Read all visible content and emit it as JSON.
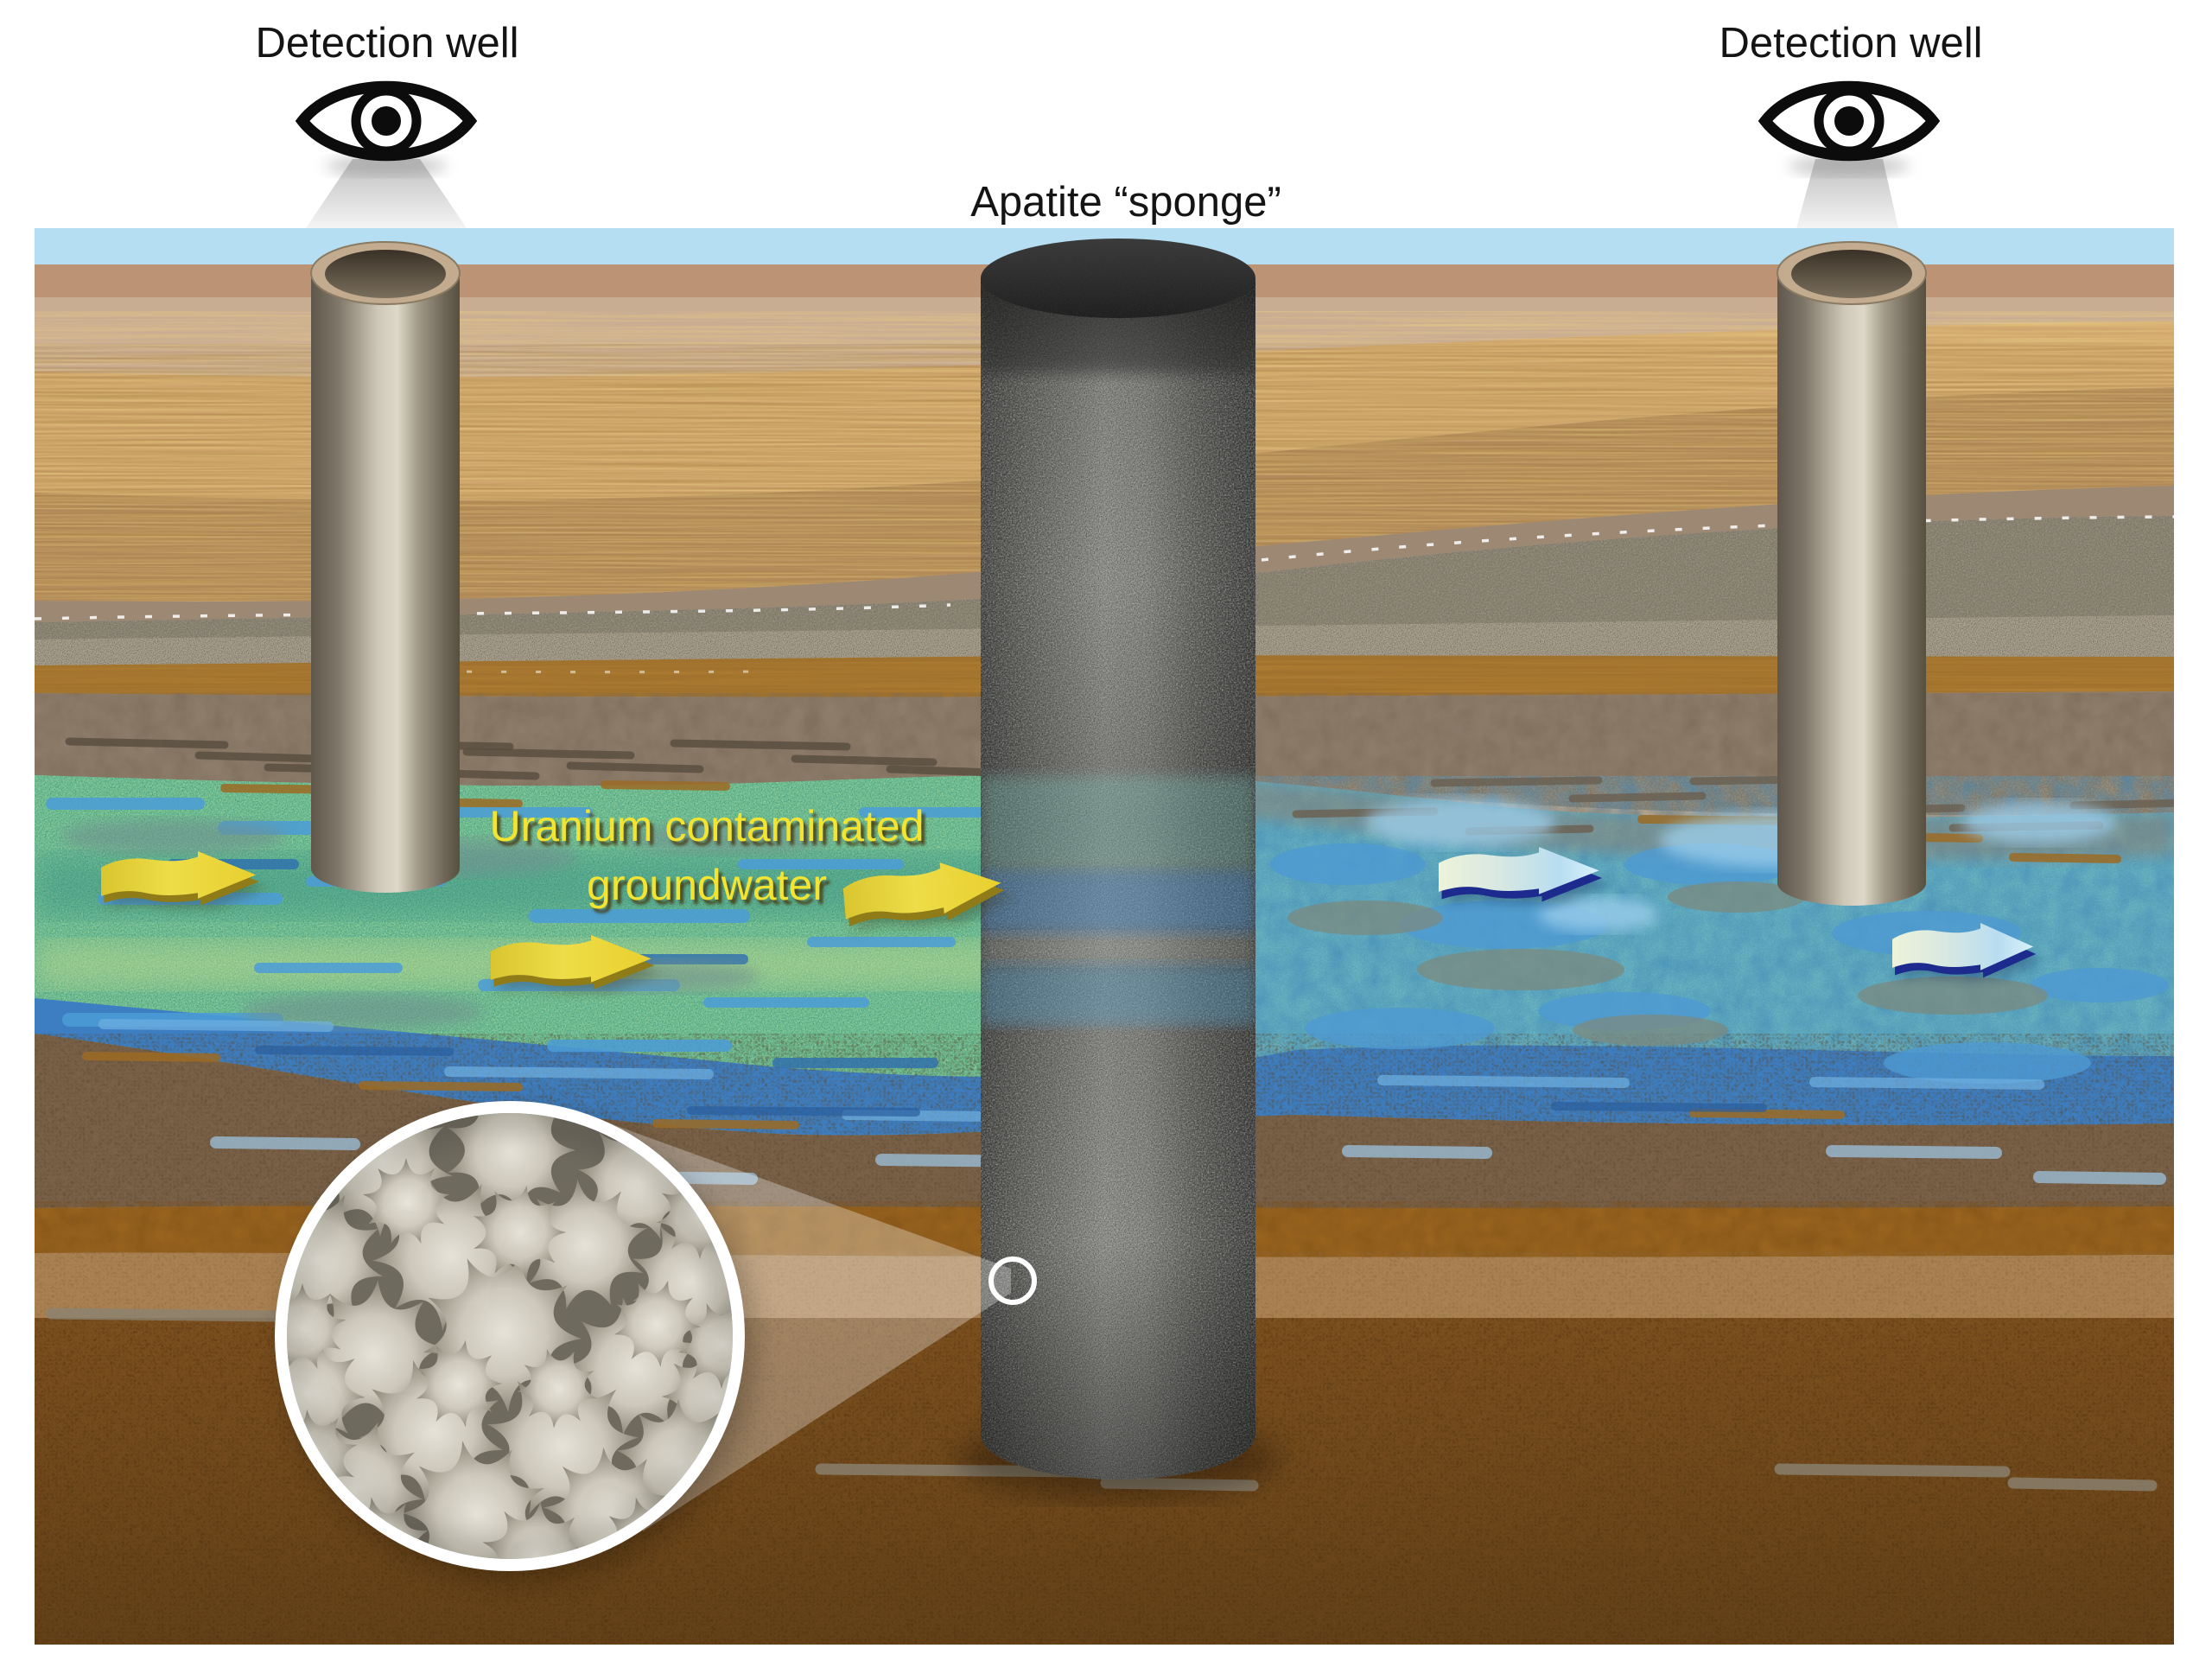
{
  "labels": {
    "detection_well_left": "Detection well",
    "detection_well_right": "Detection well",
    "apatite_sponge": "Apatite “sponge”",
    "uranium_groundwater": "Uranium contaminated\ngroundwater"
  },
  "icons": {
    "left_eye": "eye-icon",
    "right_eye": "eye-icon",
    "inset": "apatite-crystal-closeup",
    "marker": "sample-point-circle"
  },
  "flow": {
    "direction": "left-to-right",
    "contaminated_arrow_count": 3,
    "clean_arrow_count": 2
  },
  "colors": {
    "sky": "#b5def2",
    "label_text": "#141414",
    "uranium_text": "#f2e431",
    "contaminated_arrow": "#eedd48",
    "clean_arrow_light": "#eef3da",
    "clean_arrow_blue": "#b8ddf0",
    "clean_arrow_edge": "#1d2b8e",
    "aquifer_contaminated": "#6abc92",
    "aquifer_clean": "#5da7ba",
    "deep_water_band": "#3d7ec2",
    "apatite_column": "#9b9c97",
    "well_pipe": "#cfc8b8",
    "deep_soil": "#7a4f20"
  }
}
